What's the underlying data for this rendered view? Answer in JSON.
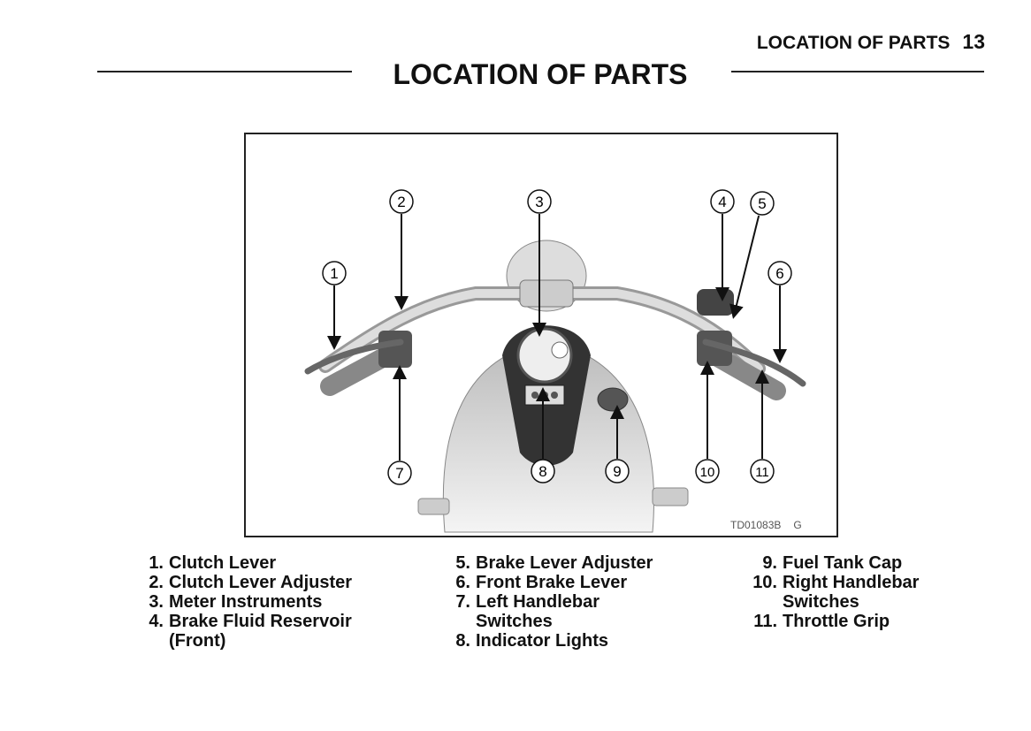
{
  "header": {
    "section": "LOCATION OF PARTS",
    "page_number": "13"
  },
  "title": "LOCATION OF PARTS",
  "figure": {
    "code": "TD01083B",
    "code_suffix": "G",
    "callouts": [
      "1",
      "2",
      "3",
      "4",
      "5",
      "6",
      "7",
      "8",
      "9",
      "10",
      "11"
    ]
  },
  "legend": {
    "columns": [
      [
        {
          "n": "1.",
          "t": "Clutch Lever"
        },
        {
          "n": "2.",
          "t": "Clutch Lever Adjuster"
        },
        {
          "n": "3.",
          "t": "Meter Instruments"
        },
        {
          "n": "4.",
          "t": "Brake Fluid Reservoir"
        },
        {
          "n": "",
          "t": "(Front)"
        }
      ],
      [
        {
          "n": "5.",
          "t": "Brake Lever Adjuster"
        },
        {
          "n": "6.",
          "t": "Front Brake Lever"
        },
        {
          "n": "7.",
          "t": "Left Handlebar"
        },
        {
          "n": "",
          "t": "Switches"
        },
        {
          "n": "8.",
          "t": "Indicator Lights"
        }
      ],
      [
        {
          "n": "9.",
          "t": "Fuel Tank Cap"
        },
        {
          "n": "10.",
          "t": "Right Handlebar"
        },
        {
          "n": "",
          "t": "Switches"
        },
        {
          "n": "11.",
          "t": "Throttle Grip"
        }
      ]
    ]
  }
}
